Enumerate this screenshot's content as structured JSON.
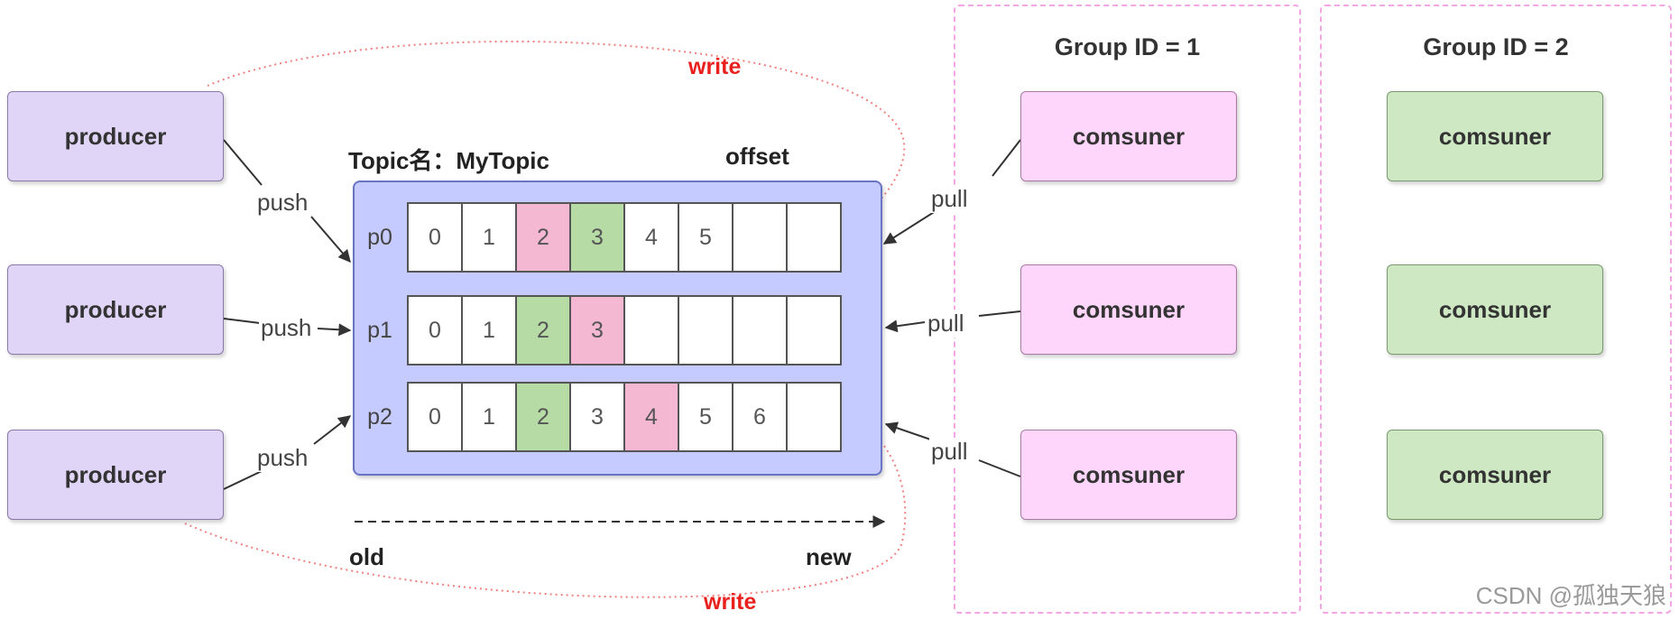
{
  "groups": [
    {
      "title": "Group ID = 1",
      "consumers": [
        "comsuner",
        "comsuner",
        "comsuner"
      ]
    },
    {
      "title": "Group ID = 2",
      "consumers": [
        "comsuner",
        "comsuner",
        "comsuner"
      ]
    }
  ],
  "producers": [
    "producer",
    "producer",
    "producer"
  ],
  "topic": {
    "name_label": "Topic名：MyTopic",
    "offset_label": "offset",
    "partitions": [
      {
        "label": "p0",
        "cells": [
          {
            "value": "0",
            "state": "none"
          },
          {
            "value": "1",
            "state": "none"
          },
          {
            "value": "2",
            "state": "pink"
          },
          {
            "value": "3",
            "state": "green"
          },
          {
            "value": "4",
            "state": "none"
          },
          {
            "value": "5",
            "state": "none"
          },
          {
            "value": "",
            "state": "none"
          },
          {
            "value": "",
            "state": "none"
          }
        ]
      },
      {
        "label": "p1",
        "cells": [
          {
            "value": "0",
            "state": "none"
          },
          {
            "value": "1",
            "state": "none"
          },
          {
            "value": "2",
            "state": "green"
          },
          {
            "value": "3",
            "state": "pink"
          },
          {
            "value": "",
            "state": "none"
          },
          {
            "value": "",
            "state": "none"
          },
          {
            "value": "",
            "state": "none"
          },
          {
            "value": "",
            "state": "none"
          }
        ]
      },
      {
        "label": "p2",
        "cells": [
          {
            "value": "0",
            "state": "none"
          },
          {
            "value": "1",
            "state": "none"
          },
          {
            "value": "2",
            "state": "green"
          },
          {
            "value": "3",
            "state": "none"
          },
          {
            "value": "4",
            "state": "pink"
          },
          {
            "value": "5",
            "state": "none"
          },
          {
            "value": "6",
            "state": "none"
          },
          {
            "value": "",
            "state": "none"
          }
        ]
      }
    ]
  },
  "edge_labels": {
    "push": "push",
    "pull": "pull",
    "write_top": "write",
    "write_bottom": "write"
  },
  "axis": {
    "old": "old",
    "new": "new"
  },
  "watermark": "CSDN @孤独天狼",
  "colors": {
    "producer_fill": "#e1d5f7",
    "consumer_group1_fill": "#ffd6fb",
    "consumer_group2_fill": "#cde8c2",
    "topic_fill": "#c6cbff",
    "highlight_pink": "#f5b8d3",
    "highlight_green": "#b7dba5",
    "write_red": "#e8211e"
  }
}
